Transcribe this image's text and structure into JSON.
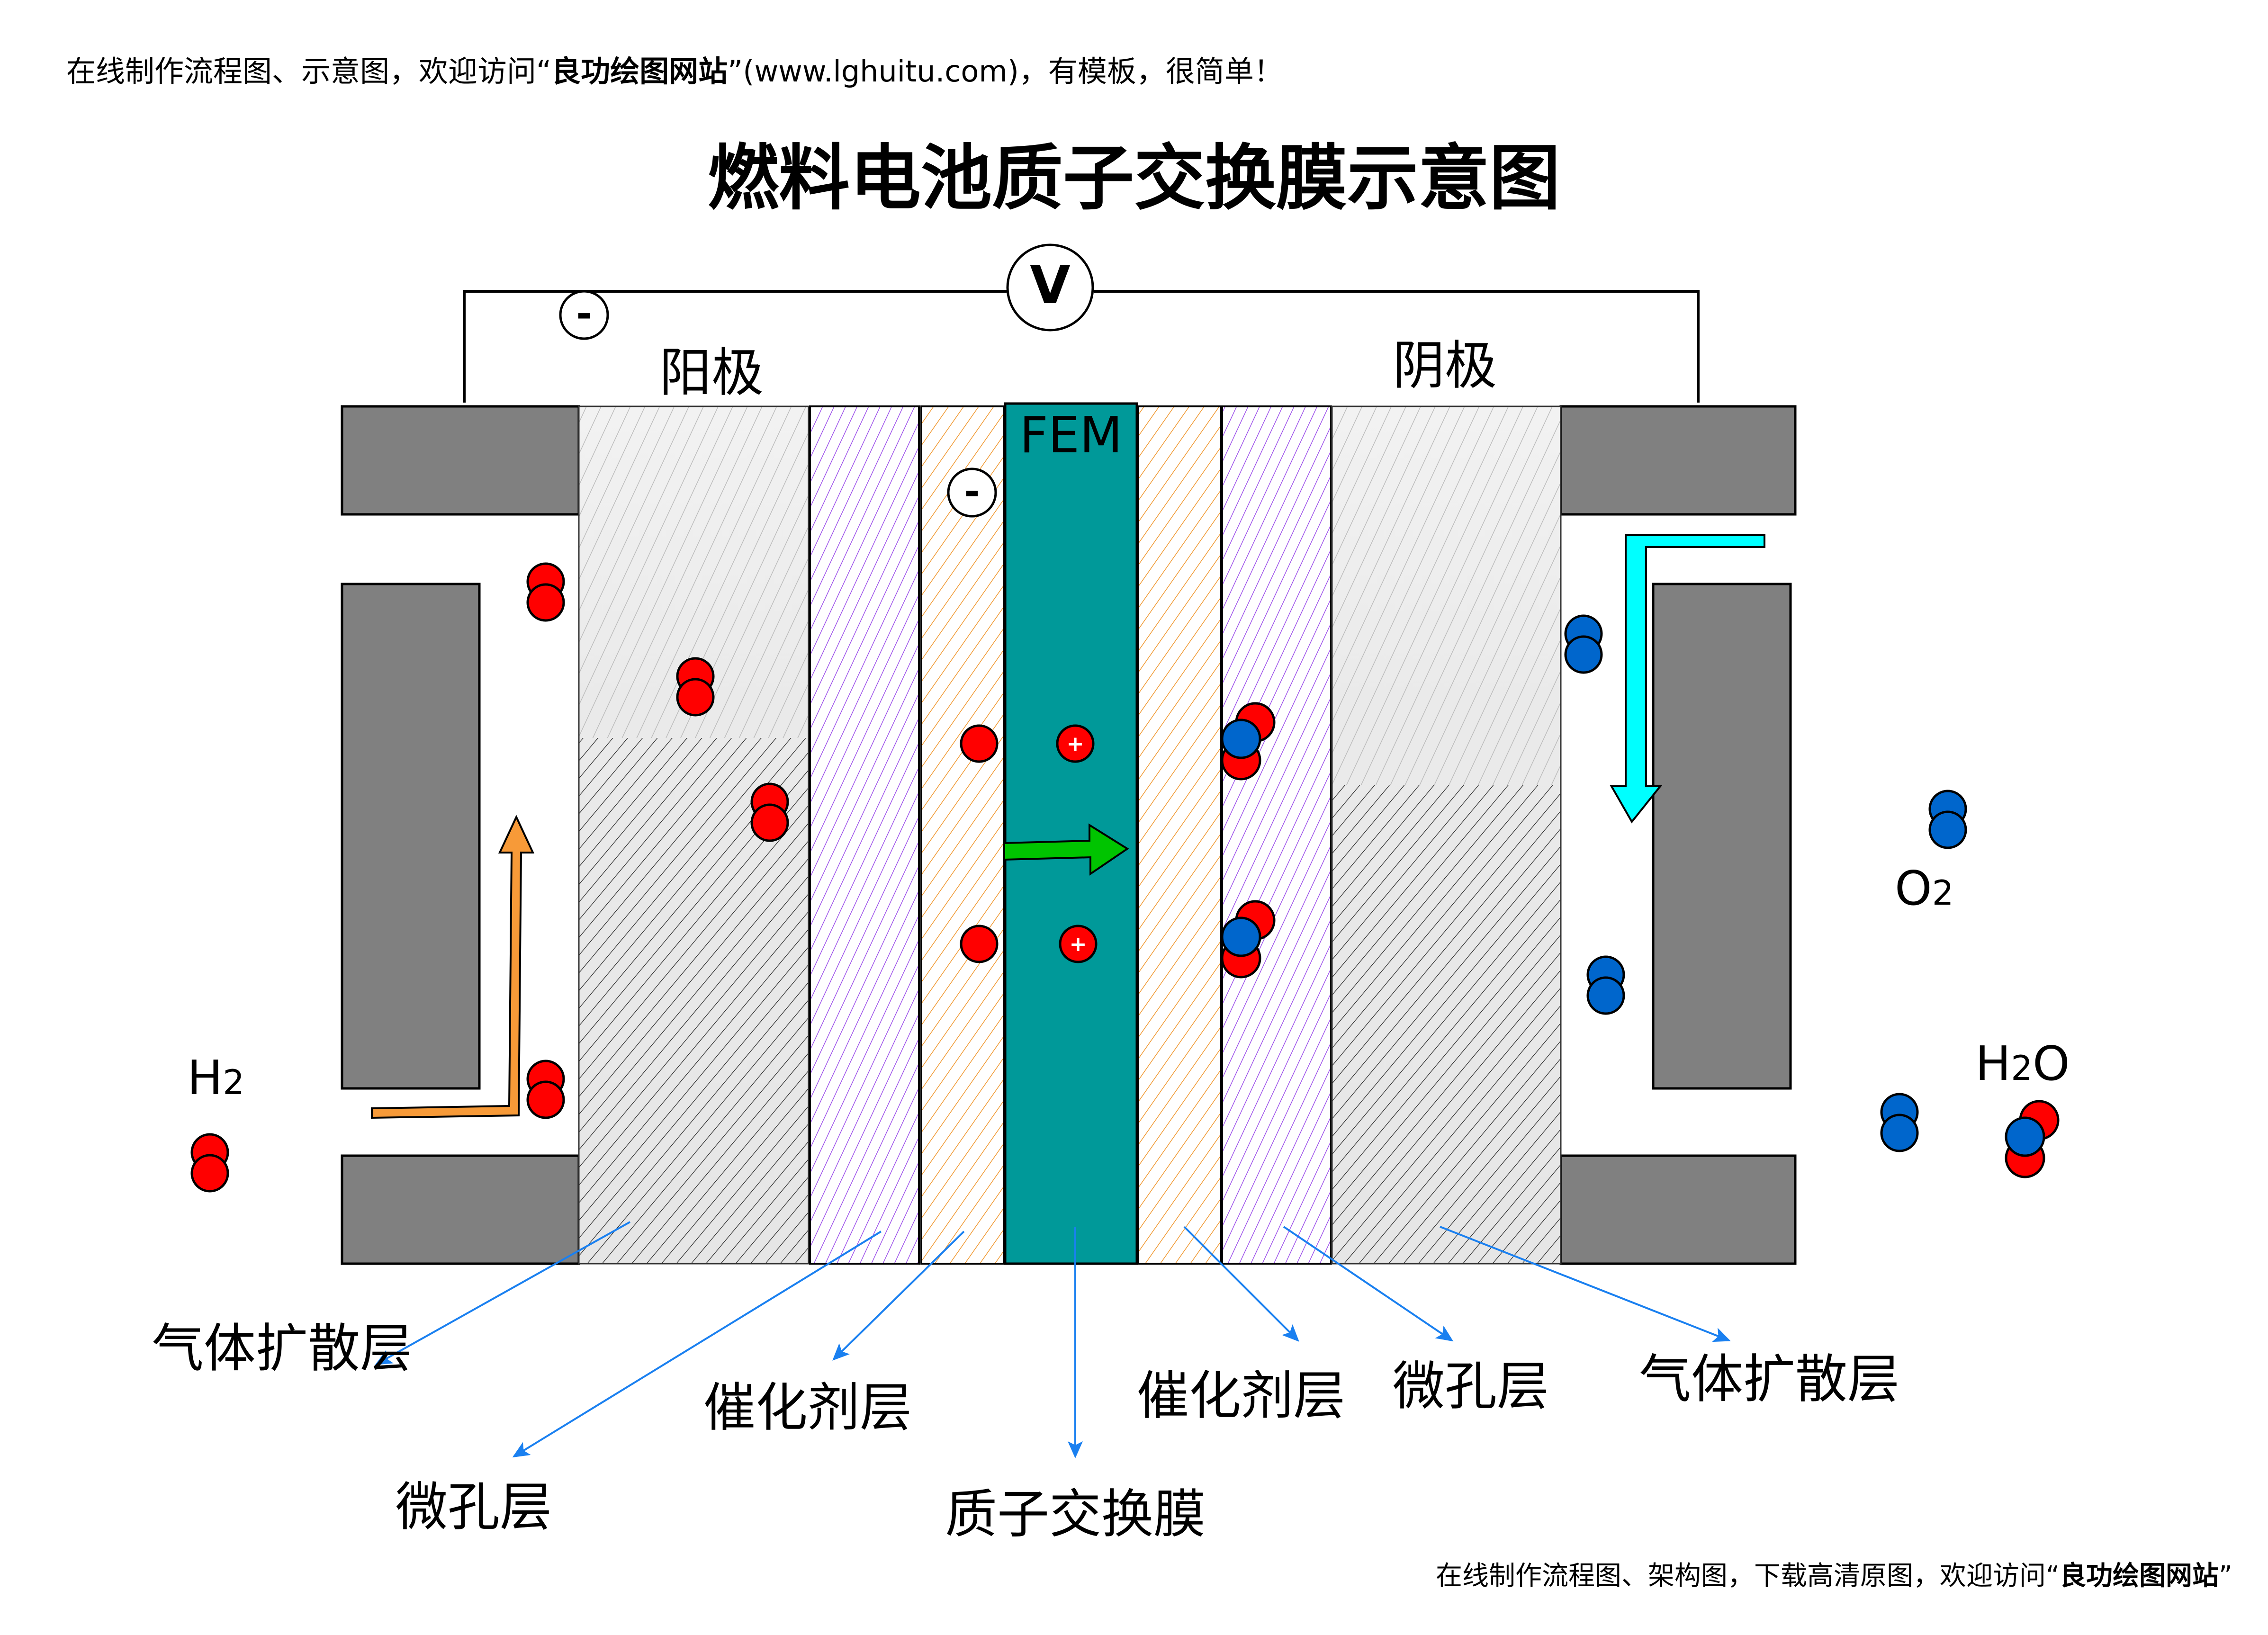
{
  "header": {
    "note_prefix": "在线制作流程图、示意图，欢迎访问“",
    "site_name": "良功绘图网站",
    "note_suffix": "”(www.lghuitu.com)，有模板，很简单！"
  },
  "title": "燃料电池质子交换膜示意图",
  "circuit": {
    "voltmeter_label": "V",
    "electron_label": "-"
  },
  "electrodes": {
    "anode": "阳极",
    "cathode": "阴极"
  },
  "membrane_label": "FEM",
  "species": {
    "hydrogen": "H2",
    "hydrogen_base": "H",
    "hydrogen_sub": "2",
    "oxygen_base": "O",
    "oxygen_sub": "2",
    "water_h": "H",
    "water_sub": "2",
    "water_o": "O",
    "proton_sign": "+"
  },
  "layer_labels": {
    "left_gas_diffusion": "气体扩散层",
    "left_microporous": "微孔层",
    "left_catalyst": "催化剂层",
    "membrane": "质子交换膜",
    "right_catalyst": "催化剂层",
    "right_microporous": "微孔层",
    "right_gas_diffusion": "气体扩散层"
  },
  "footer": {
    "note_prefix": "在线制作流程图、架构图，下载高清原图，欢迎访问“",
    "site_name": "良功绘图网站",
    "note_suffix": "”"
  },
  "colors": {
    "plate": "#808080",
    "membrane": "#009999",
    "catalyst_hatch": "#f0962c",
    "microporous_hatch": "#9b4dea",
    "hydrogen_atom": "#ff0000",
    "oxygen_atom": "#0066cc",
    "proton_arrow": "#00c400",
    "h2_flow_arrow": "#f79a38",
    "o2_flow_arrow": "#00ffff",
    "leader_line": "#1a80f0"
  }
}
